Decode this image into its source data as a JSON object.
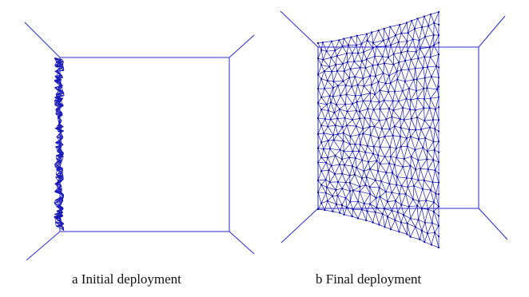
{
  "panels": [
    {
      "id": "a",
      "caption": "a Initial deployment"
    },
    {
      "id": "b",
      "caption": "b Final deployment"
    }
  ],
  "colors": {
    "line": "#2a2ad0",
    "mesh": "#1a1ab8",
    "node": "#0000a0"
  }
}
